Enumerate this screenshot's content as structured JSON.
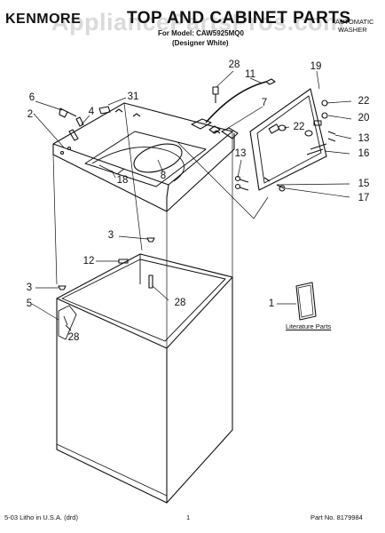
{
  "header": {
    "brand": "KENMORE",
    "title": "TOP AND CABINET PARTS",
    "model_line": "For Model: CAW5925MQ0",
    "color_line": "(Designer White)",
    "appliance_type_line1": "AUTOMATIC",
    "appliance_type_line2": "WASHER"
  },
  "watermark": "AppliancePartsPros.com",
  "callouts": [
    "28",
    "11",
    "19",
    "6",
    "31",
    "4",
    "2",
    "7",
    "22",
    "20",
    "13",
    "16",
    "15",
    "17",
    "8",
    "18",
    "3",
    "12",
    "28",
    "3",
    "5",
    "28",
    "1",
    "13",
    "22"
  ],
  "literature_label": "Literature Parts",
  "footer": {
    "litho": "5-03 Litho in U.S.A. (drd)",
    "page": "1",
    "part_no": "Part No. 8179984"
  }
}
